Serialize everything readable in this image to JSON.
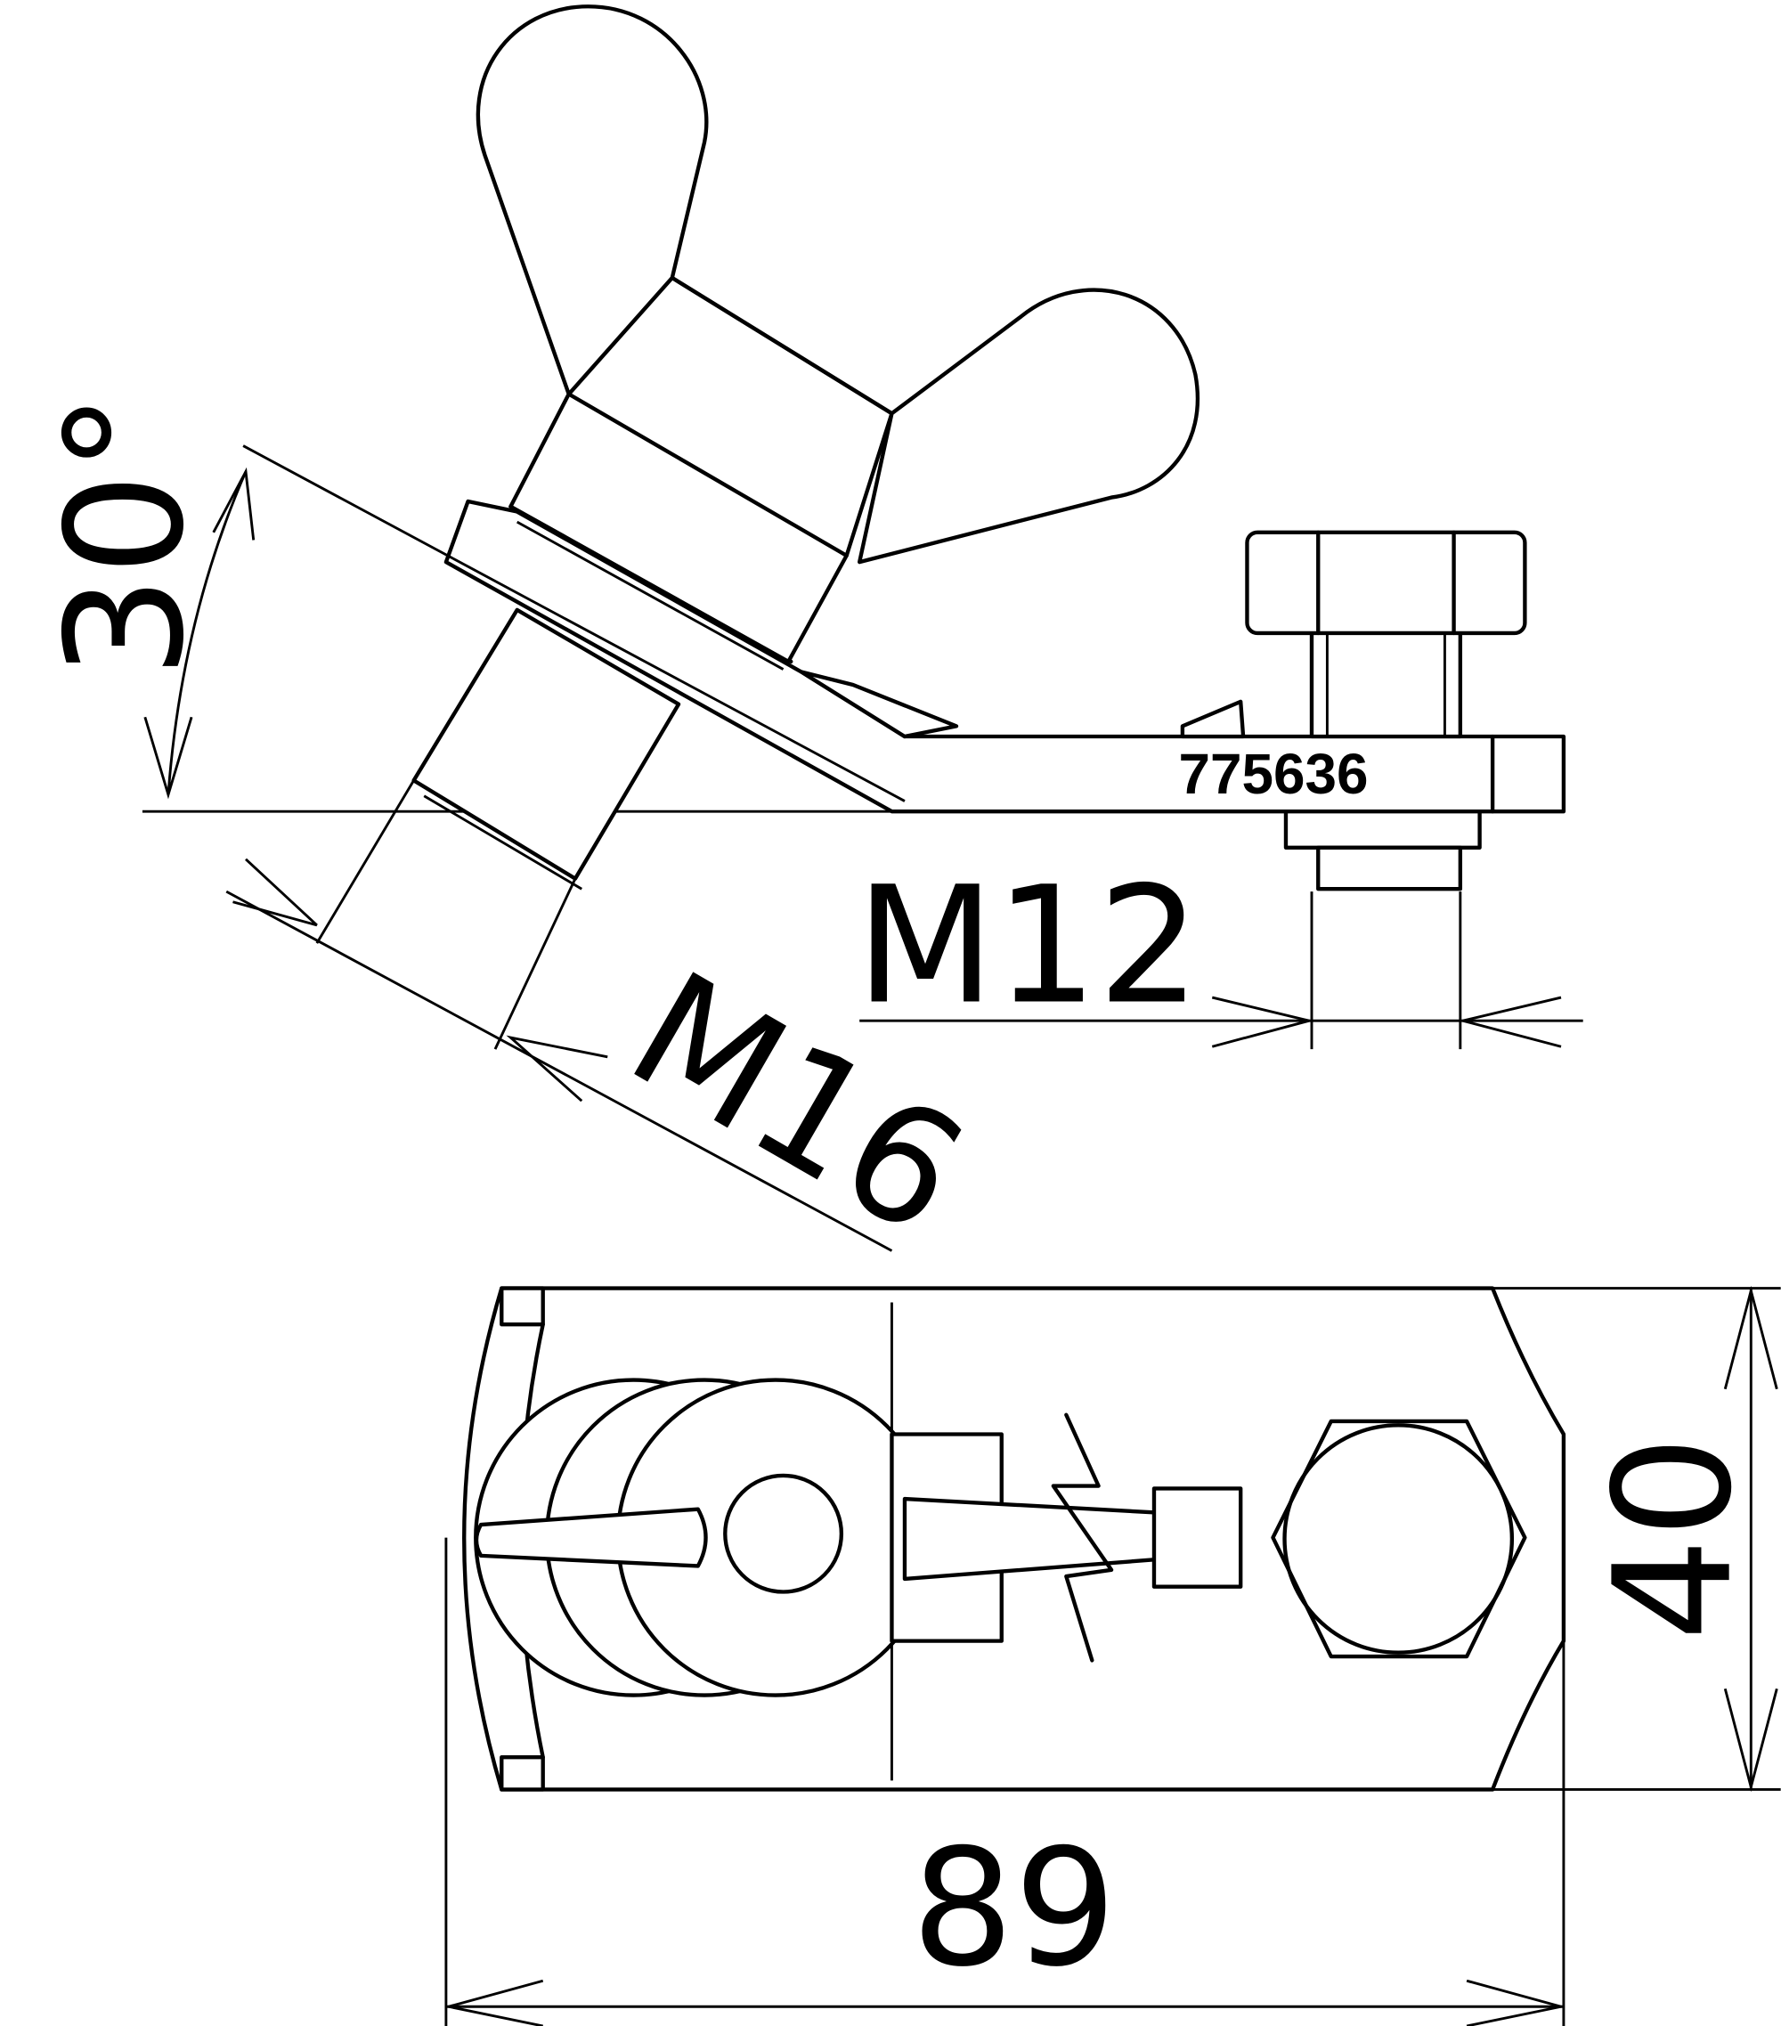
{
  "drawing": {
    "part_number": "775636",
    "side_view": {
      "angle_label": "30°",
      "thread_wing_label": "M16",
      "thread_bolt_label": "M12"
    },
    "top_view": {
      "length_label": "89",
      "width_label": "40"
    },
    "line_color": "#000000",
    "background_color": "#ffffff"
  }
}
